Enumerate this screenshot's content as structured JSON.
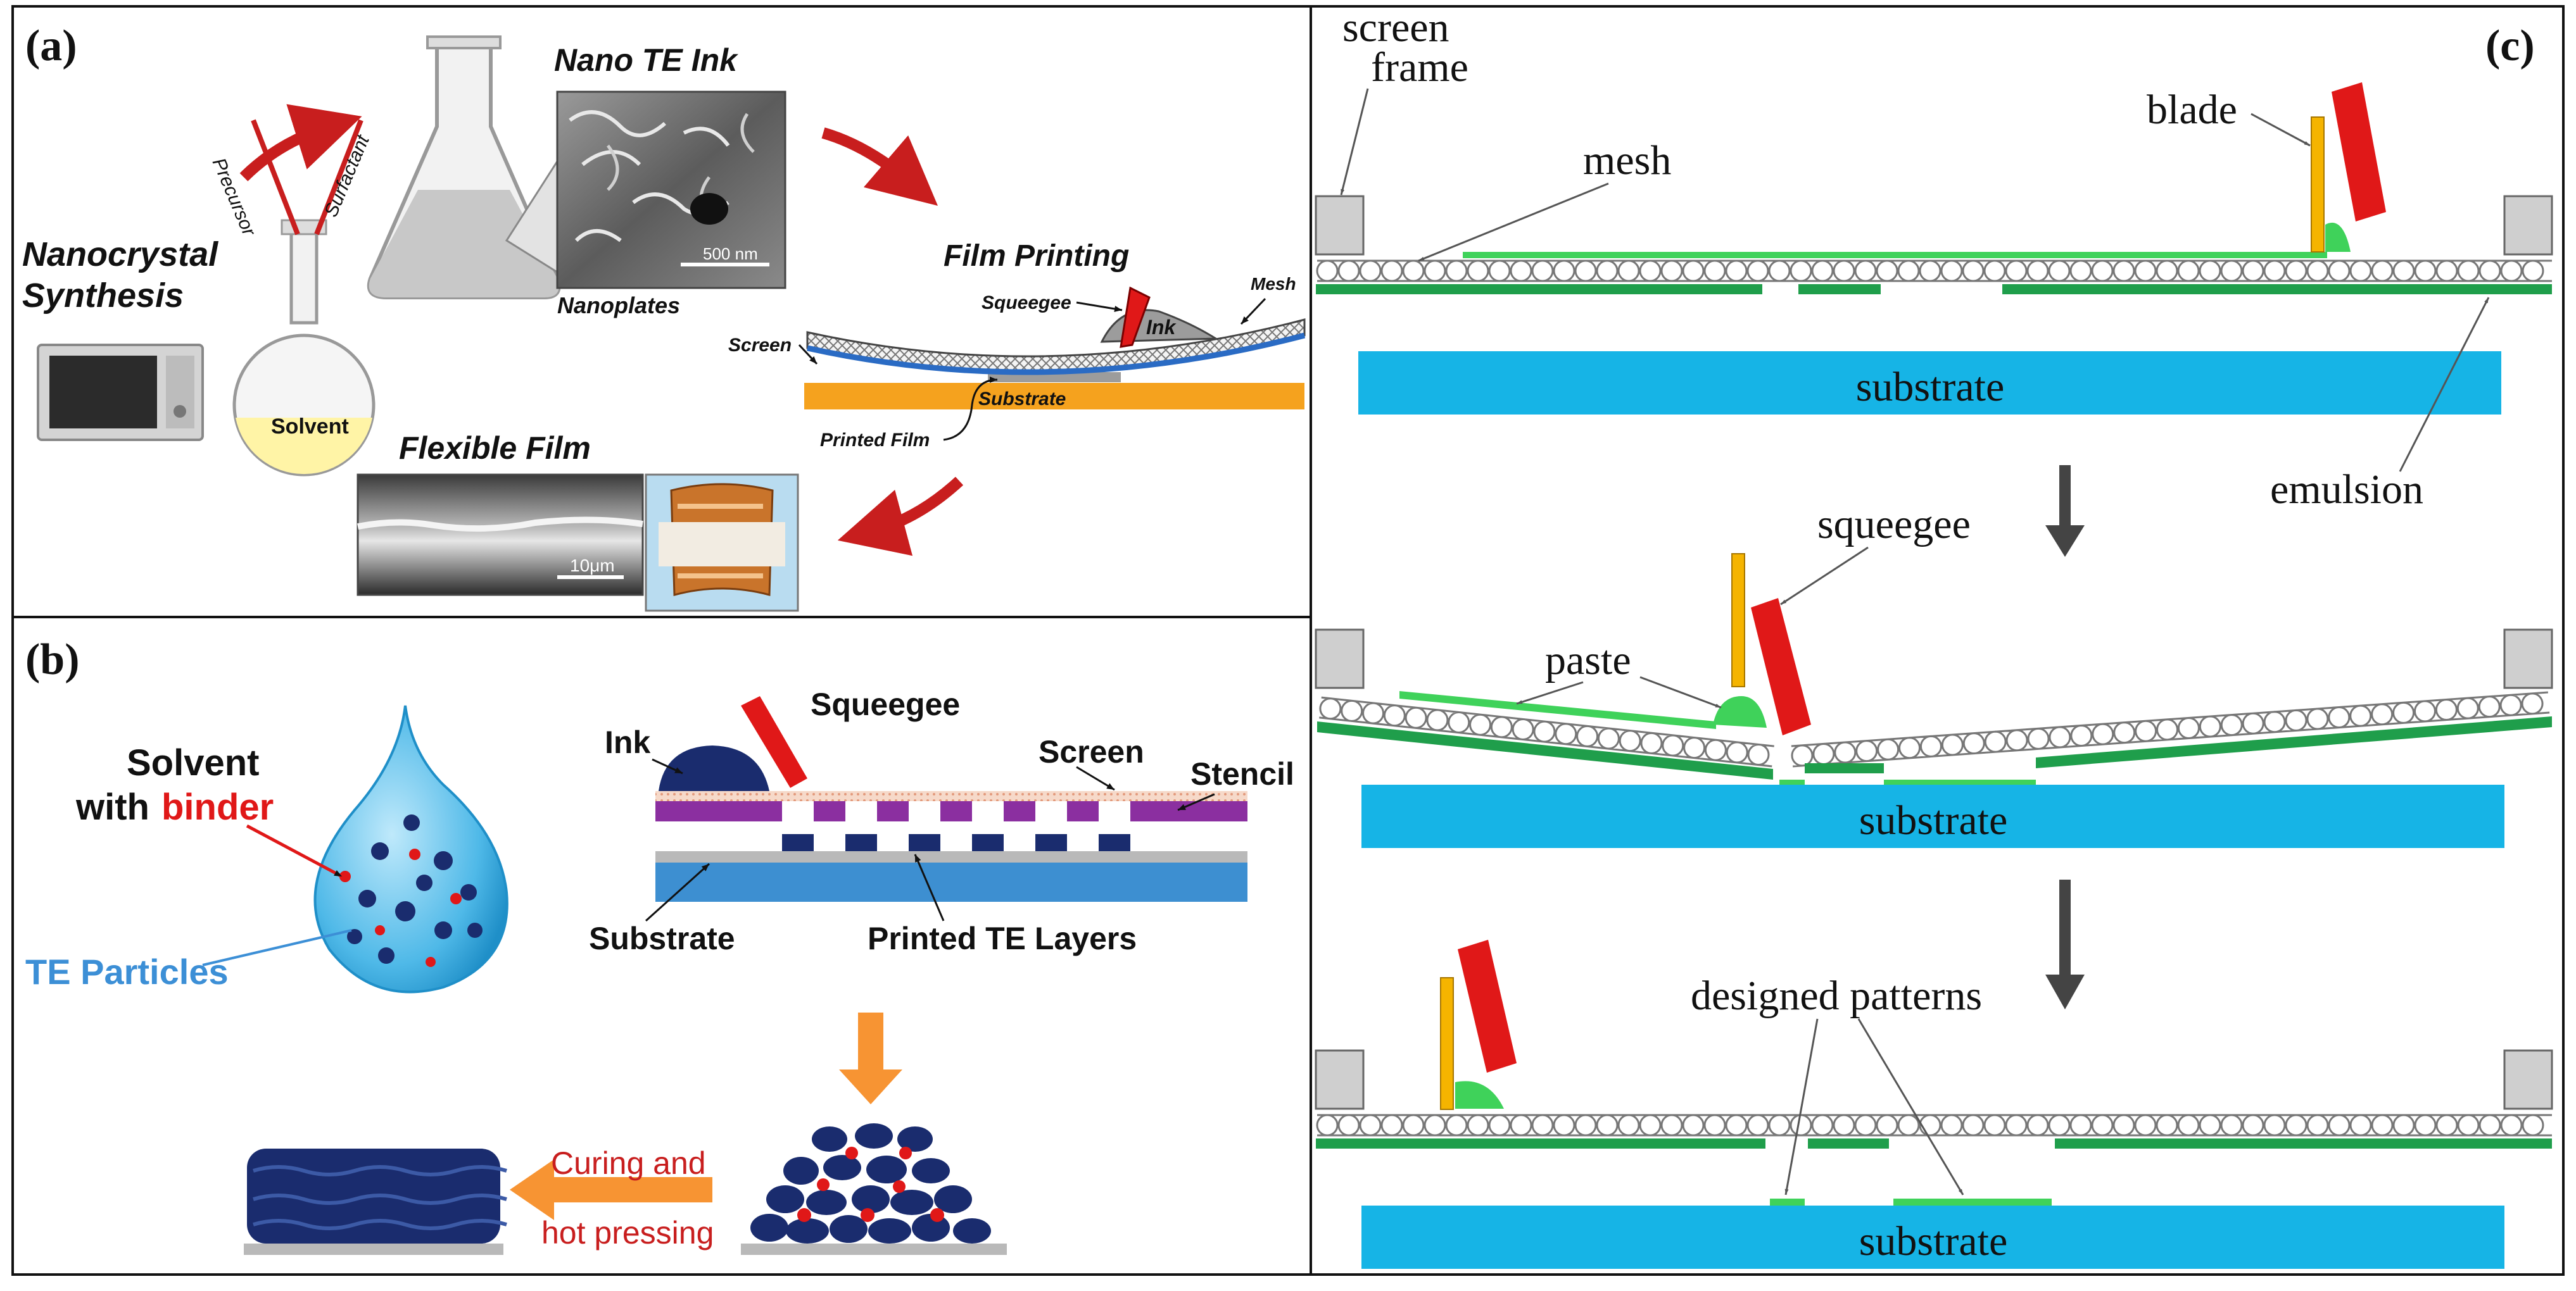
{
  "panels": {
    "a": {
      "label": "(a)",
      "nano_ink_title": "Nano TE Ink",
      "scale_500nm": "500 nm",
      "nanoplates": "Nanoplates",
      "synthesis_line1": "Nanocrystal",
      "synthesis_line2": "Synthesis",
      "precursor": "Precursor",
      "surfactant": "Surfactant",
      "solvent": "Solvent",
      "film_printing": "Film Printing",
      "squeegee": "Squeegee",
      "ink": "Ink",
      "mesh": "Mesh",
      "screen": "Screen",
      "substrate": "Substrate",
      "printed_film": "Printed Film",
      "flexible_film": "Flexible Film",
      "scale_10um": "10μm"
    },
    "b": {
      "label": "(b)",
      "solvent_with": "Solvent",
      "with_word": "with",
      "binder_word": "binder",
      "te_particles": "TE Particles",
      "ink": "Ink",
      "squeegee": "Squeegee",
      "screen": "Screen",
      "stencil": "Stencil",
      "substrate": "Substrate",
      "printed_te_layers": "Printed TE Layers",
      "curing_line1": "Curing and",
      "curing_line2": "hot pressing"
    },
    "c": {
      "label": "(c)",
      "screen_frame_line1": "screen",
      "screen_frame_line2": "frame",
      "mesh": "mesh",
      "blade": "blade",
      "substrate_top": "substrate",
      "emulsion": "emulsion",
      "squeegee": "squeegee",
      "paste": "paste",
      "substrate_mid": "substrate",
      "designed_patterns": "designed patterns",
      "substrate_bottom": "substrate"
    }
  },
  "colors": {
    "accent_red": "#e01818",
    "arrow_red": "#c81e1e",
    "substrate_blue": "#16b4e6",
    "emulsion_green": "#1f9e4b",
    "paste_green": "#3fd25a",
    "blade_yellow": "#f5b400",
    "orange": "#f79433",
    "navy": "#1a2c6e",
    "te_blue": "#3c8fd6"
  }
}
